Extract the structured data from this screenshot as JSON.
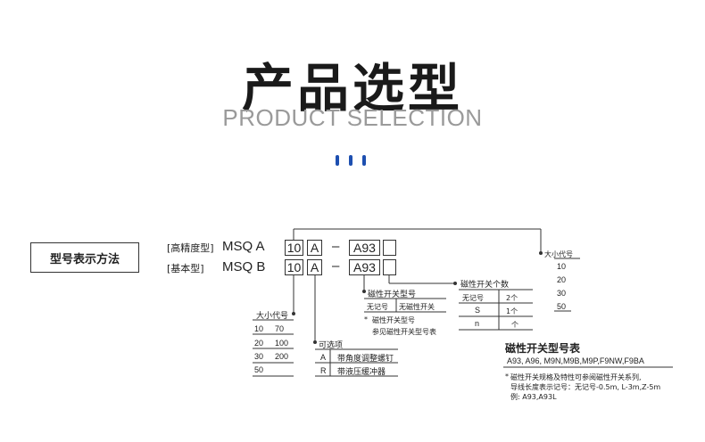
{
  "header": {
    "title": "产品选型",
    "subtitle": "PRODUCT SELECTION"
  },
  "method_label": "型号表示方法",
  "model": {
    "row1_prefix": "[高精度型]",
    "row1_code": "MSQ A",
    "row2_prefix": "[基本型]",
    "row2_code": "MSQ B",
    "size_box": "10",
    "option_box": "A",
    "dash": "–",
    "switch_box": "A93"
  },
  "size_table": {
    "title": "大小代号",
    "col1": [
      "10",
      "20",
      "30",
      "50"
    ],
    "col2": [
      "70",
      "100",
      "200",
      ""
    ]
  },
  "option_table": {
    "title": "可选项",
    "rows": [
      {
        "code": "A",
        "desc": "带角度调整螺钉"
      },
      {
        "code": "R",
        "desc": "带液压缓冲器"
      }
    ]
  },
  "switch_type": {
    "title": "磁性开关型号",
    "none_code": "无记号",
    "none_desc": "无磁性开关",
    "note_star": "*",
    "note1": "磁性开关型号",
    "note2": "参见磁性开关型号表"
  },
  "switch_count": {
    "title": "磁性开关个数",
    "rows": [
      {
        "code": "无记号",
        "qty": "2个"
      },
      {
        "code": "S",
        "qty": "1个"
      },
      {
        "code": "n",
        "qty": "个"
      }
    ]
  },
  "size_right": {
    "title": "大小代号",
    "values": [
      "10",
      "20",
      "30",
      "50"
    ]
  },
  "switch_models": {
    "title": "磁性开关型号表",
    "models": "A93, A96, M9N,M9B,M9P,F9NW,F9BA",
    "note_star": "*",
    "note_line1": "磁性开关规格及特性可参阅磁性开关系列,",
    "note_line2": "导线长度表示记号：无记号-0.5m, L-3m,Z-5m",
    "note_line3": "例: A93,A93L"
  },
  "colors": {
    "accent": "#1d4fb0",
    "text": "#222222",
    "subtitle": "#9a9a9a"
  }
}
